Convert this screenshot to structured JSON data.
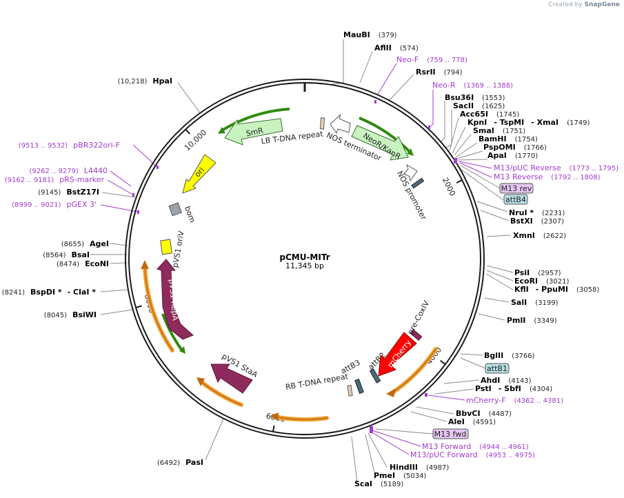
{
  "watermark": {
    "prefix": "Created by",
    "brand": "SnapGene"
  },
  "plasmid": {
    "name": "pCMU-MITr",
    "length_label": "11,345 bp",
    "length": 11345
  },
  "ticks": [
    {
      "bp": 2000,
      "label": "2000"
    },
    {
      "bp": 4000,
      "label": "4000"
    },
    {
      "bp": 6000,
      "label": "6000"
    },
    {
      "bp": 8000,
      "label": "8000"
    },
    {
      "bp": 10000,
      "label": "10,000"
    }
  ],
  "enzymes": [
    {
      "name": "MauBI",
      "pos": "(379)"
    },
    {
      "name": "AflII",
      "pos": "(574)"
    },
    {
      "name": "RsrII",
      "pos": "(794)"
    },
    {
      "name": "Bsu36I",
      "pos": "(1553)"
    },
    {
      "name": "SacII",
      "pos": "(1625)"
    },
    {
      "name": "Acc65I",
      "pos": "(1745)"
    },
    {
      "name": "KpnI",
      "pos": ""
    },
    {
      "name": "- TspMI",
      "pos": ""
    },
    {
      "name": "- XmaI",
      "pos": "(1749)"
    },
    {
      "name": "SmaI",
      "pos": "(1751)"
    },
    {
      "name": "BamHI",
      "pos": "(1754)"
    },
    {
      "name": "PspOMI",
      "pos": "(1766)"
    },
    {
      "name": "ApaI",
      "pos": "(1770)"
    },
    {
      "name": "NruI *",
      "pos": "(2231)"
    },
    {
      "name": "BstXI",
      "pos": "(2307)"
    },
    {
      "name": "XmnI",
      "pos": "(2622)"
    },
    {
      "name": "PsiI",
      "pos": "(2957)"
    },
    {
      "name": "EcoRI",
      "pos": "(3021)"
    },
    {
      "name": "KflI",
      "pos": ""
    },
    {
      "name": "- PpuMI",
      "pos": "(3058)"
    },
    {
      "name": "SalI",
      "pos": "(3199)"
    },
    {
      "name": "PmlI",
      "pos": "(3349)"
    },
    {
      "name": "BglII",
      "pos": "(3766)"
    },
    {
      "name": "AhdI",
      "pos": "(4143)"
    },
    {
      "name": "PstI",
      "pos": ""
    },
    {
      "name": "- SbfI",
      "pos": "(4304)"
    },
    {
      "name": "BbvCI",
      "pos": "(4487)"
    },
    {
      "name": "AleI",
      "pos": "(4591)"
    },
    {
      "name": "HindIII",
      "pos": "(4987)"
    },
    {
      "name": "PmeI",
      "pos": "(5034)"
    },
    {
      "name": "ScaI",
      "pos": "(5189)"
    },
    {
      "name": "PasI",
      "pos": "(6492)"
    },
    {
      "name": "BsiWI",
      "pos": "(8045)"
    },
    {
      "name": "BspDI *",
      "pos": "(8241)"
    },
    {
      "name": "- ClaI *",
      "pos": ""
    },
    {
      "name": "EcoNI",
      "pos": "(8474)"
    },
    {
      "name": "BsaI",
      "pos": "(8564)"
    },
    {
      "name": "AgeI",
      "pos": "(8655)"
    },
    {
      "name": "BstZ17I",
      "pos": "(9145)"
    },
    {
      "name": "HpaI",
      "pos": "(10,218)"
    }
  ],
  "primers": [
    {
      "name": "Neo-F",
      "pos": "(759 .. 778)"
    },
    {
      "name": "Neo-R",
      "pos": "(1369 .. 1388)"
    },
    {
      "name": "M13/pUC Reverse",
      "pos": "(1773 .. 1795)"
    },
    {
      "name": "M13 Reverse",
      "pos": "(1792 .. 1808)"
    },
    {
      "name": "mCherry-F",
      "pos": "(4362 .. 4381)"
    },
    {
      "name": "M13 Forward",
      "pos": "(4944 .. 4961)"
    },
    {
      "name": "M13/pUC Forward",
      "pos": "(4953 .. 4975)"
    },
    {
      "name": "pGEX 3'",
      "pos": "(8999 .. 9021)"
    },
    {
      "name": "pRS-marker",
      "pos": "(9162 .. 9181)"
    },
    {
      "name": "L4440",
      "pos": "(9262 .. 9279)"
    },
    {
      "name": "pBR322ori-F",
      "pos": "(9513 .. 9532)"
    }
  ],
  "boxed_labels": [
    {
      "name": "M13 rev",
      "kind": "primer",
      "color": "#e5c6f2"
    },
    {
      "name": "attB4",
      "kind": "site",
      "color": "#b7dfe6"
    },
    {
      "name": "attB1",
      "kind": "site",
      "color": "#b7dfe6"
    },
    {
      "name": "M13 fwd",
      "kind": "primer",
      "color": "#e5c6f2"
    }
  ],
  "features": [
    {
      "name": "NeoR/KanR",
      "color": "#c8f3c0"
    },
    {
      "name": "NOS terminator",
      "color": "#ffffff"
    },
    {
      "name": "LB T-DNA repeat",
      "color": "#e8d2b8"
    },
    {
      "name": "SmR",
      "color": "#c8f3c0"
    },
    {
      "name": "ori",
      "color": "#ffff00"
    },
    {
      "name": "bom",
      "color": "#9aa3ab"
    },
    {
      "name": "pVS1 oriV",
      "color": "#ffff00"
    },
    {
      "name": "pVS1 RepA",
      "color": "#8e2a5c"
    },
    {
      "name": "pVS1 StaA",
      "color": "#8e2a5c"
    },
    {
      "name": "RB T-DNA repeat",
      "color": "#e8d2b8"
    },
    {
      "name": "attB3",
      "color": "#b7dfe6"
    },
    {
      "name": "attB2",
      "color": "#b7dfe6"
    },
    {
      "name": "mCherry",
      "color": "#ff0000"
    },
    {
      "name": "pre-CoxIV",
      "color": "#8e2a5c"
    },
    {
      "name": "NOS promoter",
      "color": "#ffffff"
    }
  ],
  "colors": {
    "backbone": "#1a1a1a",
    "primer": "#a13ad1",
    "orf_arrow": "#f0a030",
    "green_arrow": "#2f8a10",
    "leader": "#8a8a8a"
  }
}
